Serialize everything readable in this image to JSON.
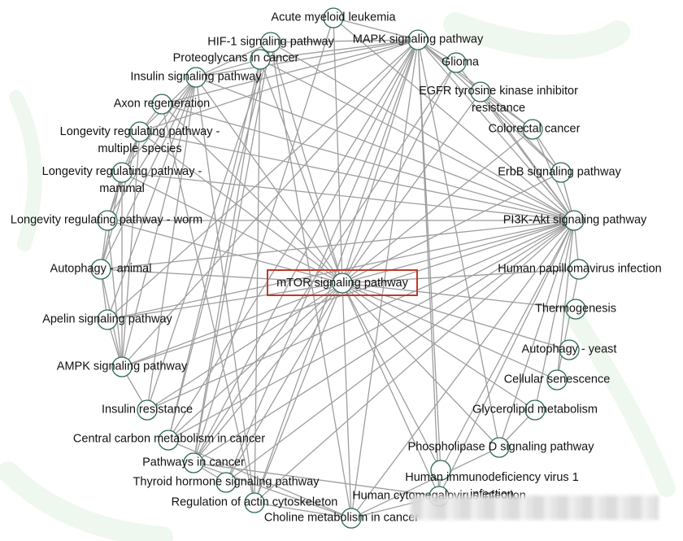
{
  "diagram": {
    "center": {
      "label": "mTOR signaling pathway"
    },
    "nodes": [
      {
        "id": "aml",
        "label": "Acute myeloid leukemia"
      },
      {
        "id": "hif1",
        "label": "HIF-1 signaling pathway"
      },
      {
        "id": "mapk",
        "label": "MAPK signaling pathway"
      },
      {
        "id": "proteoglycans",
        "label": "Proteoglycans in cancer"
      },
      {
        "id": "glioma",
        "label": "Glioma"
      },
      {
        "id": "insulin-sig",
        "label": "Insulin signaling pathway"
      },
      {
        "id": "egfr",
        "label": "EGFR tyrosine kinase inhibitor\nresistance"
      },
      {
        "id": "axon",
        "label": "Axon regeneration"
      },
      {
        "id": "longevity-multi",
        "label": "Longevity regulating pathway -\nmultiple species"
      },
      {
        "id": "colorectal",
        "label": "Colorectal cancer"
      },
      {
        "id": "longevity-mammal",
        "label": "Longevity regulating pathway -\nmammal"
      },
      {
        "id": "erbb",
        "label": "ErbB signaling pathway"
      },
      {
        "id": "longevity-worm",
        "label": "Longevity regulating pathway - worm"
      },
      {
        "id": "pi3k",
        "label": "PI3K-Akt signaling pathway"
      },
      {
        "id": "autophagy-animal",
        "label": "Autophagy - animal"
      },
      {
        "id": "hpv",
        "label": "Human papillomavirus infection"
      },
      {
        "id": "apelin",
        "label": "Apelin signaling pathway"
      },
      {
        "id": "thermogenesis",
        "label": "Thermogenesis"
      },
      {
        "id": "ampk",
        "label": "AMPK signaling pathway"
      },
      {
        "id": "autophagy-yeast",
        "label": "Autophagy - yeast"
      },
      {
        "id": "senescence",
        "label": "Cellular senescence"
      },
      {
        "id": "insulin-res",
        "label": "Insulin resistance"
      },
      {
        "id": "glycerolipid",
        "label": "Glycerolipid metabolism"
      },
      {
        "id": "carbon",
        "label": "Central carbon metabolism in cancer"
      },
      {
        "id": "phospholipase",
        "label": "Phospholipase D signaling pathway"
      },
      {
        "id": "pathways-cancer",
        "label": "Pathways in cancer"
      },
      {
        "id": "hiv",
        "label": "Human immunodeficiency virus 1\ninfection"
      },
      {
        "id": "thyroid",
        "label": "Thyroid hormone signaling pathway"
      },
      {
        "id": "cmv",
        "label": "Human cytomegalovirus infection"
      },
      {
        "id": "actin",
        "label": "Regulation of actin cytoskeleton"
      },
      {
        "id": "choline",
        "label": "Choline metabolism in cancer"
      }
    ],
    "edges": [
      [
        "center",
        "aml"
      ],
      [
        "center",
        "hif1"
      ],
      [
        "center",
        "mapk"
      ],
      [
        "center",
        "proteoglycans"
      ],
      [
        "center",
        "glioma"
      ],
      [
        "center",
        "insulin-sig"
      ],
      [
        "center",
        "egfr"
      ],
      [
        "center",
        "axon"
      ],
      [
        "center",
        "longevity-multi"
      ],
      [
        "center",
        "colorectal"
      ],
      [
        "center",
        "longevity-mammal"
      ],
      [
        "center",
        "erbb"
      ],
      [
        "center",
        "longevity-worm"
      ],
      [
        "center",
        "pi3k"
      ],
      [
        "center",
        "autophagy-animal"
      ],
      [
        "center",
        "hpv"
      ],
      [
        "center",
        "apelin"
      ],
      [
        "center",
        "thermogenesis"
      ],
      [
        "center",
        "ampk"
      ],
      [
        "center",
        "autophagy-yeast"
      ],
      [
        "center",
        "senescence"
      ],
      [
        "center",
        "insulin-res"
      ],
      [
        "center",
        "glycerolipid"
      ],
      [
        "center",
        "carbon"
      ],
      [
        "center",
        "phospholipase"
      ],
      [
        "center",
        "pathways-cancer"
      ],
      [
        "center",
        "hiv"
      ],
      [
        "center",
        "thyroid"
      ],
      [
        "center",
        "cmv"
      ],
      [
        "center",
        "actin"
      ],
      [
        "center",
        "choline"
      ],
      [
        "pi3k",
        "aml"
      ],
      [
        "pi3k",
        "hif1"
      ],
      [
        "pi3k",
        "proteoglycans"
      ],
      [
        "pi3k",
        "insulin-sig"
      ],
      [
        "pi3k",
        "axon"
      ],
      [
        "pi3k",
        "longevity-multi"
      ],
      [
        "pi3k",
        "longevity-mammal"
      ],
      [
        "pi3k",
        "longevity-worm"
      ],
      [
        "pi3k",
        "autophagy-animal"
      ],
      [
        "pi3k",
        "apelin"
      ],
      [
        "pi3k",
        "ampk"
      ],
      [
        "pi3k",
        "insulin-res"
      ],
      [
        "pi3k",
        "carbon"
      ],
      [
        "pi3k",
        "pathways-cancer"
      ],
      [
        "pi3k",
        "thyroid"
      ],
      [
        "pi3k",
        "actin"
      ],
      [
        "pi3k",
        "choline"
      ],
      [
        "pi3k",
        "cmv"
      ],
      [
        "pi3k",
        "hiv"
      ],
      [
        "pi3k",
        "phospholipase"
      ],
      [
        "pi3k",
        "glycerolipid"
      ],
      [
        "pi3k",
        "senescence"
      ],
      [
        "pi3k",
        "hpv"
      ],
      [
        "pi3k",
        "erbb"
      ],
      [
        "pi3k",
        "colorectal"
      ],
      [
        "pi3k",
        "egfr"
      ],
      [
        "pi3k",
        "glioma"
      ],
      [
        "pi3k",
        "mapk"
      ],
      [
        "mapk",
        "aml"
      ],
      [
        "mapk",
        "hif1"
      ],
      [
        "mapk",
        "proteoglycans"
      ],
      [
        "mapk",
        "insulin-sig"
      ],
      [
        "mapk",
        "axon"
      ],
      [
        "mapk",
        "longevity-multi"
      ],
      [
        "mapk",
        "apelin"
      ],
      [
        "mapk",
        "ampk"
      ],
      [
        "mapk",
        "carbon"
      ],
      [
        "mapk",
        "pathways-cancer"
      ],
      [
        "mapk",
        "thyroid"
      ],
      [
        "mapk",
        "actin"
      ],
      [
        "mapk",
        "choline"
      ],
      [
        "mapk",
        "cmv"
      ],
      [
        "mapk",
        "hiv"
      ],
      [
        "mapk",
        "phospholipase"
      ],
      [
        "mapk",
        "erbb"
      ],
      [
        "mapk",
        "colorectal"
      ],
      [
        "mapk",
        "egfr"
      ],
      [
        "mapk",
        "glioma"
      ],
      [
        "insulin-sig",
        "longevity-multi"
      ],
      [
        "insulin-sig",
        "longevity-mammal"
      ],
      [
        "insulin-sig",
        "longevity-worm"
      ],
      [
        "insulin-sig",
        "autophagy-animal"
      ],
      [
        "insulin-sig",
        "apelin"
      ],
      [
        "insulin-sig",
        "ampk"
      ],
      [
        "insulin-sig",
        "insulin-res"
      ],
      [
        "insulin-sig",
        "actin"
      ],
      [
        "insulin-sig",
        "hif1"
      ],
      [
        "insulin-sig",
        "proteoglycans"
      ],
      [
        "longevity-multi",
        "longevity-mammal"
      ],
      [
        "longevity-multi",
        "longevity-worm"
      ],
      [
        "longevity-multi",
        "autophagy-animal"
      ],
      [
        "longevity-multi",
        "ampk"
      ],
      [
        "longevity-mammal",
        "longevity-worm"
      ],
      [
        "longevity-mammal",
        "autophagy-animal"
      ],
      [
        "longevity-mammal",
        "ampk"
      ],
      [
        "longevity-worm",
        "autophagy-animal"
      ],
      [
        "longevity-worm",
        "ampk"
      ],
      [
        "autophagy-animal",
        "apelin"
      ],
      [
        "autophagy-animal",
        "ampk"
      ],
      [
        "apelin",
        "ampk"
      ],
      [
        "ampk",
        "insulin-res"
      ],
      [
        "axon",
        "actin"
      ],
      [
        "axon",
        "longevity-multi"
      ],
      [
        "proteoglycans",
        "pathways-cancer"
      ],
      [
        "proteoglycans",
        "actin"
      ],
      [
        "proteoglycans",
        "carbon"
      ],
      [
        "hif1",
        "carbon"
      ],
      [
        "hif1",
        "pathways-cancer"
      ],
      [
        "hif1",
        "choline"
      ],
      [
        "hif1",
        "insulin-res"
      ],
      [
        "egfr",
        "colorectal"
      ],
      [
        "egfr",
        "erbb"
      ],
      [
        "colorectal",
        "erbb"
      ],
      [
        "erbb",
        "pi3k"
      ],
      [
        "pathways-cancer",
        "choline"
      ],
      [
        "pathways-cancer",
        "cmv"
      ],
      [
        "carbon",
        "choline"
      ],
      [
        "actin",
        "choline"
      ],
      [
        "thyroid",
        "pathways-cancer"
      ],
      [
        "glycerolipid",
        "phospholipase"
      ],
      [
        "phospholipase",
        "choline"
      ],
      [
        "hiv",
        "cmv"
      ],
      [
        "cmv",
        "choline"
      ],
      [
        "senescence",
        "hpv"
      ],
      [
        "aml",
        "pathways-cancer"
      ],
      [
        "glioma",
        "pathways-cancer"
      ]
    ]
  },
  "colors": {
    "edge": "#9e9e9e",
    "node_stroke": "#2e6b55",
    "node_fill": "#ffffff",
    "highlight": "#c0392b"
  }
}
